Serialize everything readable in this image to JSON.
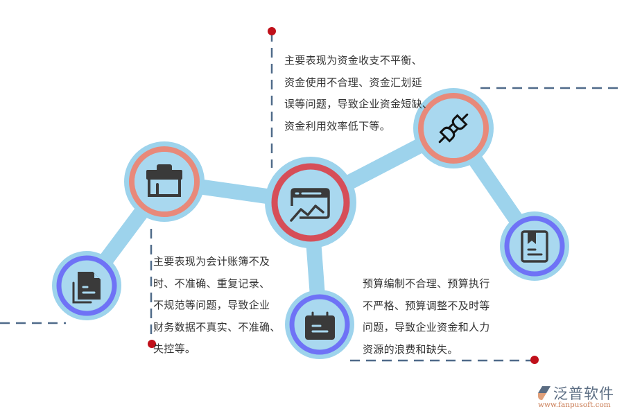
{
  "diagram": {
    "colors": {
      "connector": "#9dd3ec",
      "ring_salmon": "#e8897a",
      "ring_red": "#d64e58",
      "ring_blue": "#6f72f6",
      "inner_fill": "#a9d8ef",
      "icon": "#3a3a3a",
      "dash": "#4f6a89",
      "dot": "#c0101a",
      "text": "#333333"
    },
    "nodes": [
      {
        "id": "node-document",
        "icon": "document-stack-icon",
        "ring": "blue"
      },
      {
        "id": "node-toolbox",
        "icon": "toolbox-icon",
        "ring": "salmon"
      },
      {
        "id": "node-chart",
        "icon": "chart-window-icon",
        "ring": "red"
      },
      {
        "id": "node-plug",
        "icon": "plug-icon",
        "ring": "salmon"
      },
      {
        "id": "node-calendar",
        "icon": "calendar-icon",
        "ring": "blue"
      },
      {
        "id": "node-bookmark",
        "icon": "bookmark-book-icon",
        "ring": "blue"
      }
    ],
    "callouts": {
      "funds": {
        "lines": [
          "主要表现为资金收支不平衡、",
          "资金使用不合理、资金汇划延",
          "误等问题，导致企业资金短缺、",
          "资金利用效率低下等。"
        ]
      },
      "accounting": {
        "lines": [
          "主要表现为会计账簿不及",
          "时、不准确、重复记录、",
          "不规范等问题，导致企业",
          "财务数据不真实、不准确、",
          "失控等。"
        ]
      },
      "budget": {
        "lines": [
          "预算编制不合理、预算执行",
          "不严格、预算调整不及时等",
          "问题，导致企业资金和人力",
          "资源的浪费和缺失。"
        ]
      }
    }
  },
  "logo": {
    "name": "泛普软件",
    "url": "www.fanpusoft.com"
  }
}
